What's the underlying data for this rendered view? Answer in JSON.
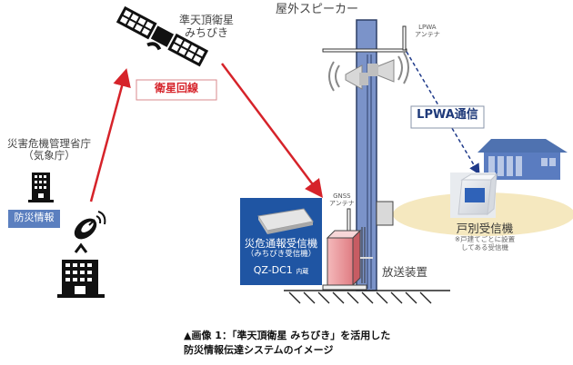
{
  "satellite": {
    "label_line1": "準天頂衛星",
    "label_line2": "みちびき"
  },
  "satellite_link_label": "衛星回線",
  "agency": {
    "label_line1": "災害危機管理省庁",
    "label_line2": "（気象庁）",
    "info_badge": "防災情報"
  },
  "speaker": {
    "label": "屋外スピーカー"
  },
  "lpwa_antenna": {
    "line1": "LPWA",
    "line2": "アンテナ"
  },
  "lpwa_link_label": "LPWA通信",
  "gnss_antenna": {
    "line1": "GNSS",
    "line2": "アンテナ"
  },
  "receiver_box": {
    "line1": "災危通報受信機",
    "line2": "（みちびき受信機）",
    "model": "QZ-DC1",
    "model_suffix": "内蔵"
  },
  "broadcast_device_label": "放送装置",
  "household_receiver": {
    "label": "戸別受信機",
    "note_line1": "※戸建てごとに設置",
    "note_line2": "してある受信機"
  },
  "caption": {
    "line1": "▲画像 1：「準天頂衛星 みちびき」を活用した",
    "line2": "防災情報伝達システムのイメージ"
  },
  "colors": {
    "red_arrow": "#d6232a",
    "pole_blue": "#7b93c9",
    "box_blue": "#1f55a3",
    "badge_blue": "#5b7fbf",
    "lpwa_text": "#1f3a7a",
    "house_blue": "#4f72b0",
    "ellipse_yellow": "#f5e8bf"
  }
}
